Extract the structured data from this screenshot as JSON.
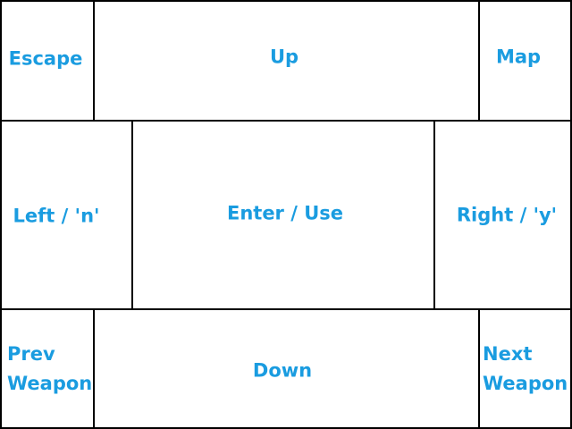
{
  "colors": {
    "label_text": "#1a9ce0",
    "border": "#000000",
    "background": "#ffffff"
  },
  "controls": {
    "escape": "Escape",
    "up": "Up",
    "map": "Map",
    "left": "Left / 'n'",
    "enter": "Enter / Use",
    "right": "Right / 'y'",
    "prev_weapon": {
      "line1": "Prev",
      "line2": "Weapon"
    },
    "down": "Down",
    "next_weapon": {
      "line1": "Next",
      "line2": "Weapon"
    }
  }
}
